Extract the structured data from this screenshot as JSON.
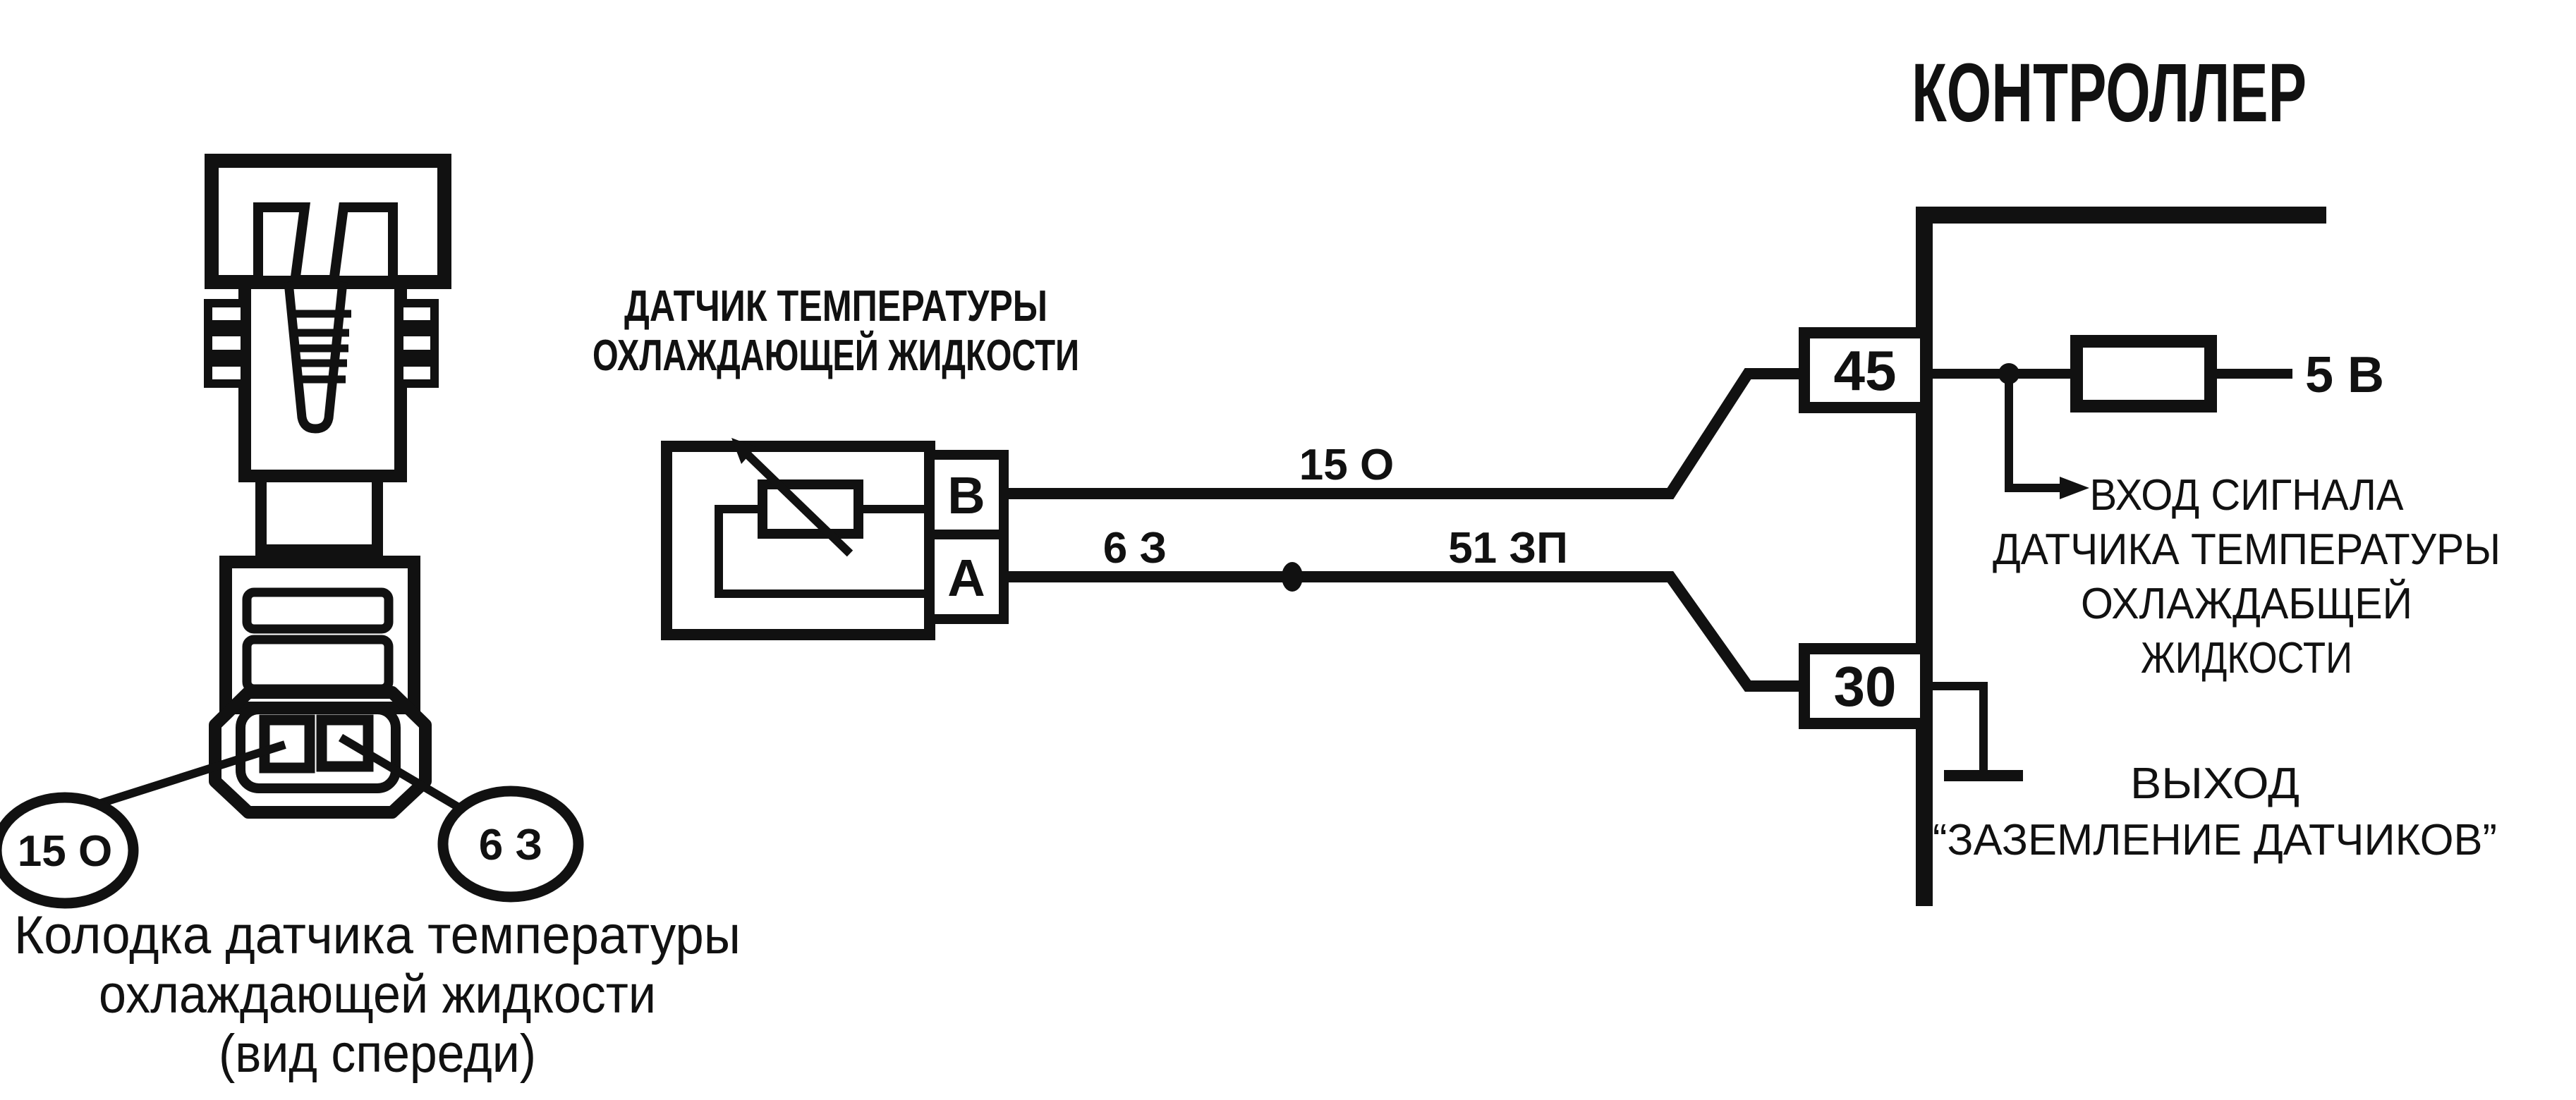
{
  "diagram": {
    "controller": {
      "title": "КОНТРОЛЛЕР",
      "pin_top": "45",
      "pin_bottom": "30",
      "supply_label": "5 В",
      "signal_input_lines": [
        "ВХОД СИГНАЛА",
        "ДАТЧИКА ТЕМПЕРАТУРЫ",
        "ОХЛАЖДАБЩЕЙ",
        "ЖИДКОСТИ"
      ],
      "ground_output_lines": [
        "ВЫХОД",
        "“ЗАЗЕМЛЕНИЕ ДАТЧИКОВ”"
      ]
    },
    "sensor": {
      "label_lines": [
        "ДАТЧИК ТЕМПЕРАТУРЫ",
        "ОХЛАЖДАЮЩЕЙ ЖИДКОСТИ"
      ],
      "terminal_top": "В",
      "terminal_bottom": "А"
    },
    "wires": {
      "top_label": "15 О",
      "bottom_left_label": "6 З",
      "bottom_right_label": "51 ЗП"
    },
    "connector": {
      "pin_left_label": "15 О",
      "pin_right_label": "6 З",
      "caption_lines": [
        "Колодка датчика температуры",
        "охлаждающей жидкости",
        "(вид спереди)"
      ]
    },
    "colors": {
      "ink": "#111111",
      "paper": "#ffffff"
    }
  }
}
